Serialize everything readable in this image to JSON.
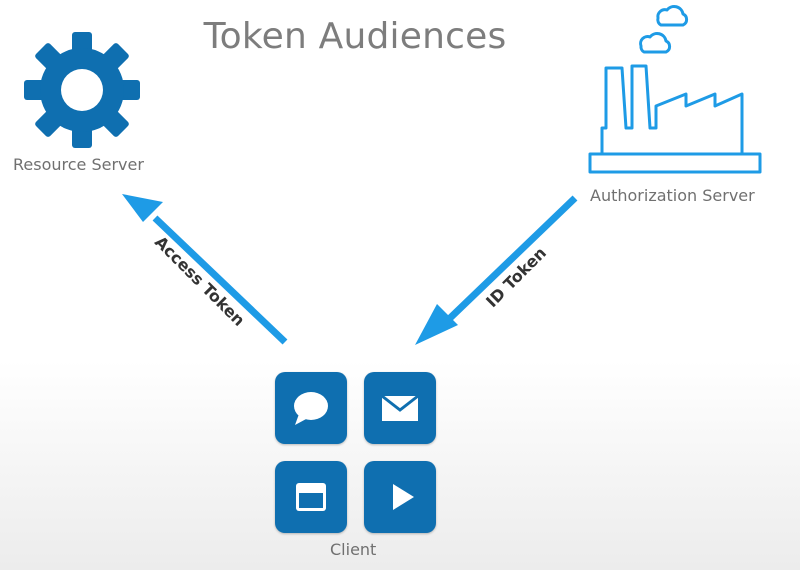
{
  "title": "Token Audiences",
  "nodes": {
    "resource_server": "Resource Server",
    "authorization_server": "Authorization Server",
    "client": "Client"
  },
  "edges": {
    "access_token": "Access Token",
    "id_token": "ID Token"
  },
  "colors": {
    "icon_blue": "#0f6fb0",
    "arrow_blue": "#1e9be6",
    "outline_blue": "#1e9be6",
    "text_gray": "#707070"
  },
  "icons": {
    "resource_server": "gear-icon",
    "authorization_server": "factory-icon",
    "client_apps": [
      "chat-bubble-icon",
      "envelope-icon",
      "calendar-icon",
      "play-icon"
    ]
  }
}
